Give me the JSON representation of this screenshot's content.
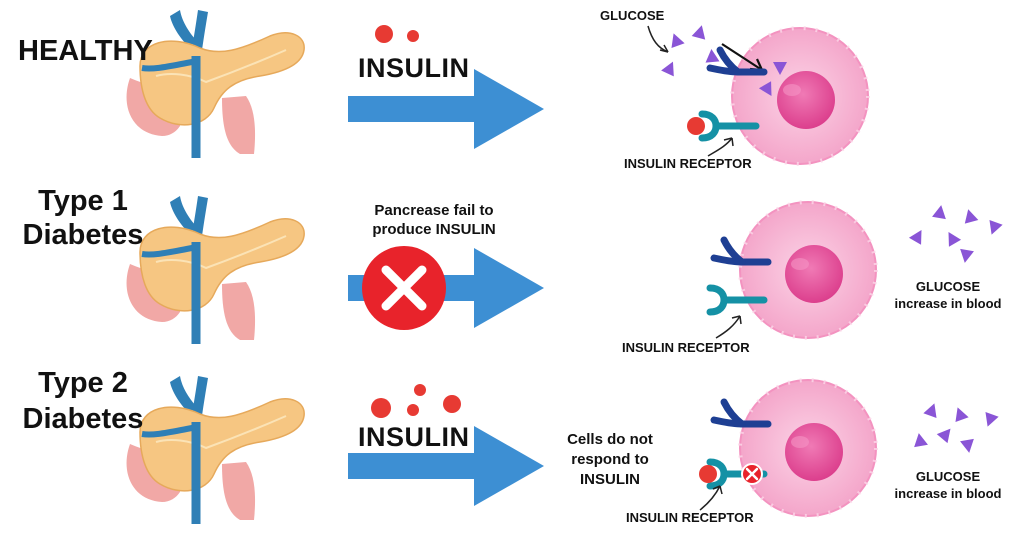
{
  "rows": {
    "healthy": {
      "title": "HEALTHY",
      "insulin": "INSULIN",
      "glucose": "GLUCOSE",
      "receptor": "INSULIN RECEPTOR"
    },
    "type1": {
      "title_line1": "Type 1",
      "title_line2": "Diabetes",
      "note_line1": "Pancrease fail to",
      "note_line2": "produce INSULIN",
      "receptor": "INSULIN RECEPTOR",
      "glucose": "GLUCOSE",
      "glucose_note": "increase in blood"
    },
    "type2": {
      "title_line1": "Type 2",
      "title_line2": "Diabetes",
      "insulin": "INSULIN",
      "note_line1": "Cells do not",
      "note_line2": "respond to",
      "note_line3": "INSULIN",
      "receptor": "INSULIN RECEPTOR",
      "glucose": "GLUCOSE",
      "glucose_note": "increase in blood"
    }
  },
  "icons": [
    "pancreas-icon",
    "insulin-molecule-icon",
    "arrow-icon",
    "cross-icon",
    "cell-icon",
    "glucose-icon",
    "receptor-icon"
  ],
  "colors": {
    "arrow": "#3d8fd3",
    "insulin": "#e73a33",
    "glucose": "#8a55d6",
    "cell": "#f8bcd8",
    "nucleus": "#e75aa0",
    "receptor_dark": "#1e3f93",
    "receptor_teal": "#1591a5",
    "pancreas": "#f6c682",
    "cross": "#e8232b"
  }
}
